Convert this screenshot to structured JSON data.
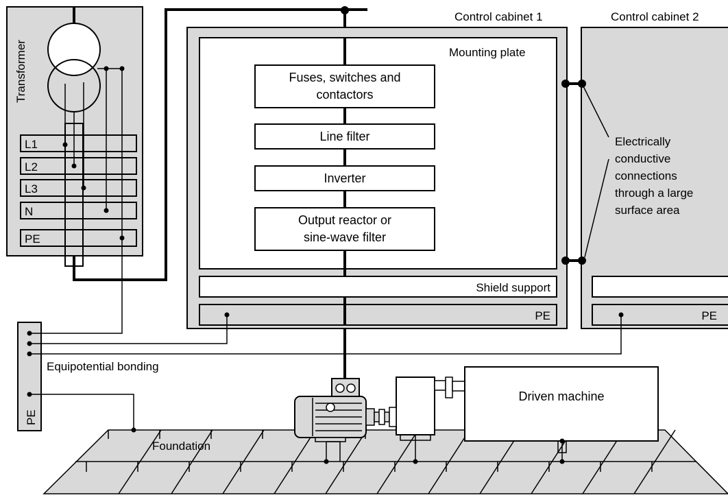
{
  "transformer": {
    "title": "Transformer",
    "terminals": [
      "L1",
      "L2",
      "L3",
      "N",
      "PE"
    ]
  },
  "cabinet1": {
    "title": "Control cabinet 1",
    "mounting_plate": "Mounting plate",
    "components": {
      "fuses_line1": "Fuses, switches and",
      "fuses_line2": "contactors",
      "line_filter": "Line filter",
      "inverter": "Inverter",
      "reactor_line1": "Output reactor or",
      "reactor_line2": "sine-wave filter"
    },
    "shield_support": "Shield support",
    "pe": "PE"
  },
  "cabinet2": {
    "title": "Control cabinet 2",
    "pe": "PE"
  },
  "connections_note": {
    "line1": "Electrically",
    "line2": "conductive",
    "line3": "connections",
    "line4": "through a large",
    "line5": "surface area"
  },
  "equipotential": {
    "label": "Equipotential bonding",
    "pe": "PE"
  },
  "foundation": "Foundation",
  "driven_machine": "Driven machine"
}
